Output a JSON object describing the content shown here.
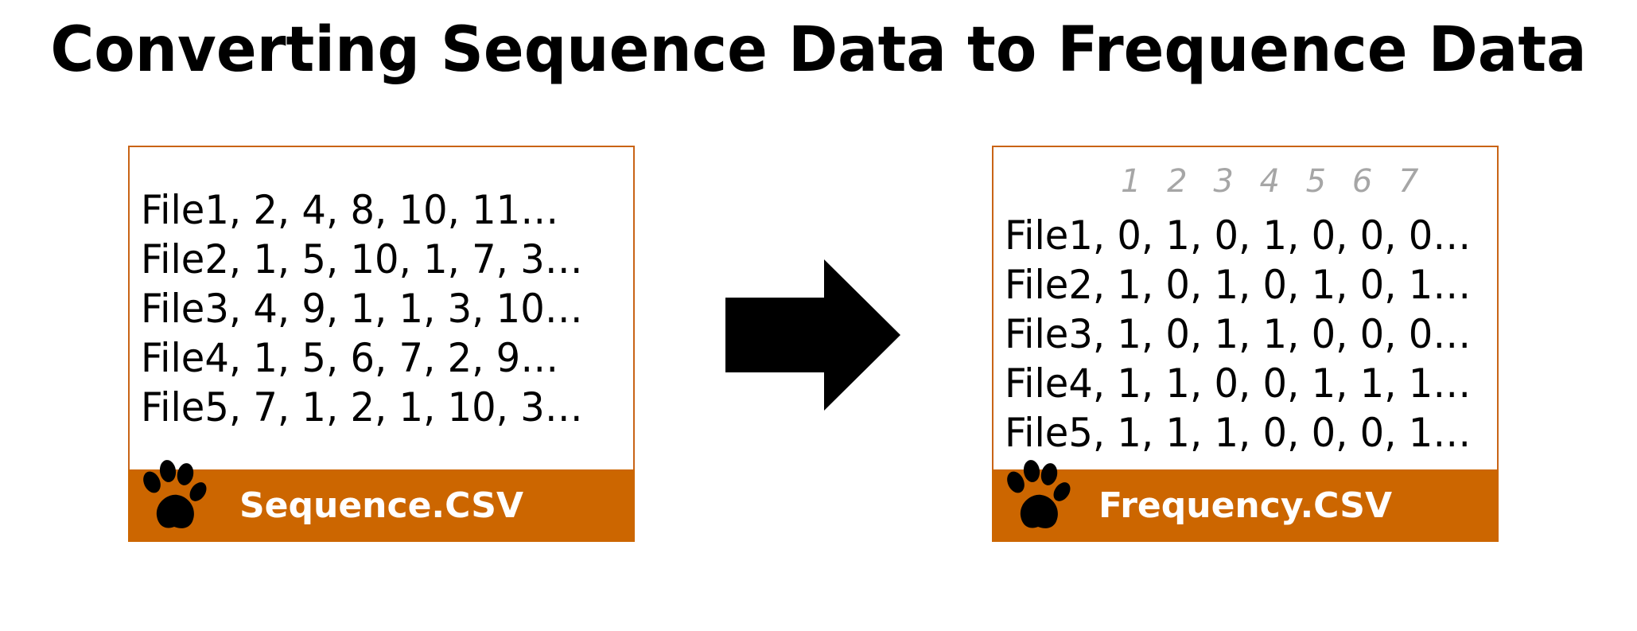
{
  "title": "Converting Sequence Data to Frequence Data",
  "colors": {
    "border": "#c96416",
    "footer": "#cc6600",
    "header_numbers": "#a6a6a6"
  },
  "sequence_file": {
    "label": "Sequence.CSV",
    "icon": "paw-print-icon",
    "lines": [
      "File1, 2, 4, 8, 10, 11…",
      "File2, 1, 5, 10, 1, 7, 3…",
      "File3, 4, 9, 1, 1, 3, 10…",
      "File4, 1, 5, 6, 7, 2, 9…",
      "File5, 7, 1, 2, 1, 10, 3…"
    ]
  },
  "arrow_icon": "right-arrow-icon",
  "frequency_file": {
    "label": "Frequency.CSV",
    "icon": "paw-print-icon",
    "column_header": "1 2 3 4 5 6 7",
    "lines": [
      "File1, 0, 1, 0, 1, 0, 0, 0…",
      "File2, 1, 0, 1, 0, 1, 0, 1…",
      "File3, 1, 0, 1, 1, 0, 0, 0…",
      "File4, 1, 1, 0, 0, 1, 1, 1…",
      "File5, 1, 1, 1, 0, 0, 0, 1…"
    ]
  }
}
